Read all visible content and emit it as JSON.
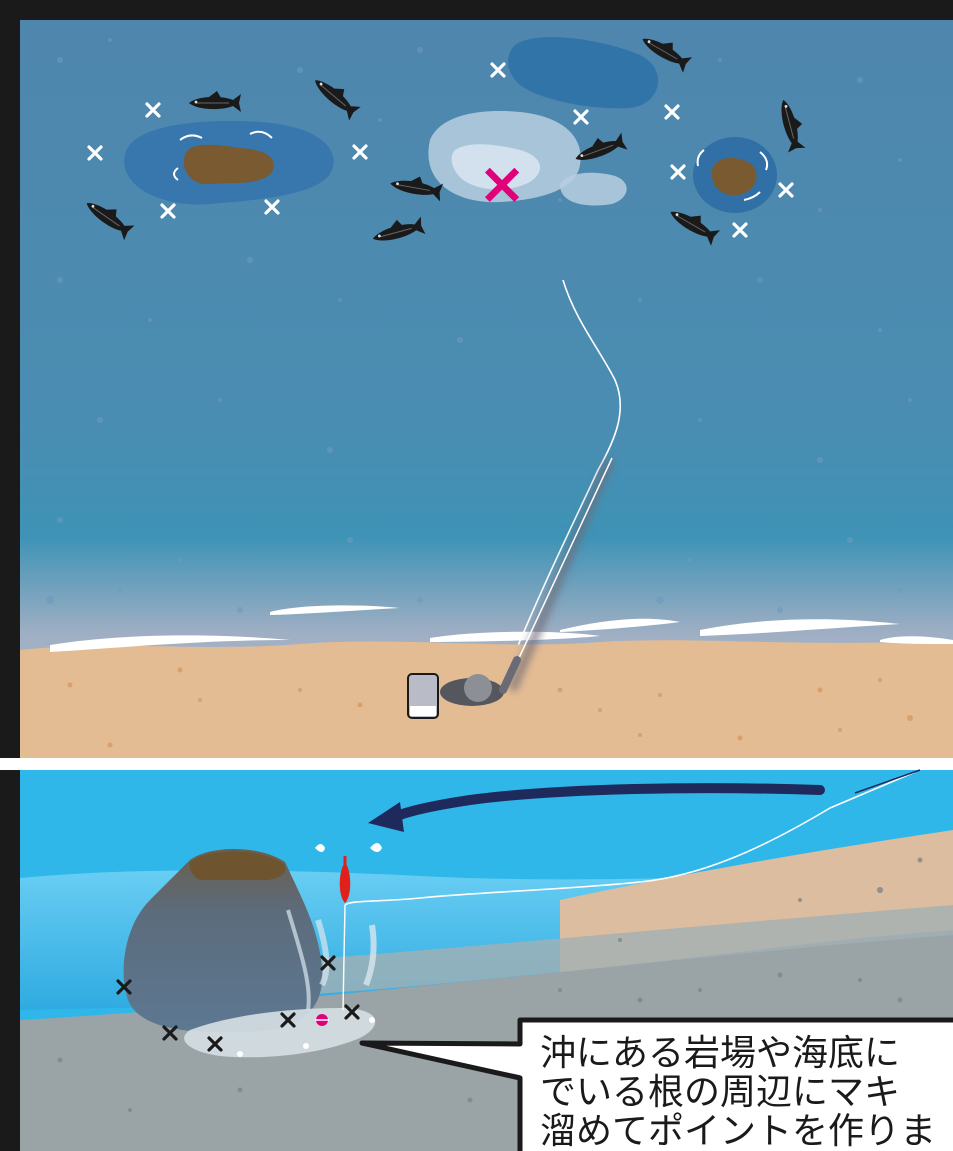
{
  "caption": {
    "lines": [
      "沖にある岩場や海底に",
      "でいる根の周辺にマキ",
      "溜めてポイントを作りま"
    ]
  },
  "markers": {
    "target_symbol": "×",
    "target_color": "#e0007a",
    "marker_color": "#ffffff",
    "underwater_marker_color": "#1a1a1a"
  },
  "colors": {
    "sea_top": "#4f86ad",
    "sea_mid": "#3f8db3",
    "shore_gray": "#b5b8c8",
    "sand": "#e3bc94",
    "rock": "#7a5a30",
    "sky_water": "#2fb7ea",
    "seafloor": "#9aa3a6",
    "arrow": "#1f2a5c",
    "float_red": "#e0201b"
  },
  "icons": [
    "fish-icon",
    "rock-icon",
    "kelp-icon",
    "bait-cloud-icon",
    "fishing-rod-icon",
    "bucket-icon",
    "float-icon",
    "arrow-icon"
  ]
}
